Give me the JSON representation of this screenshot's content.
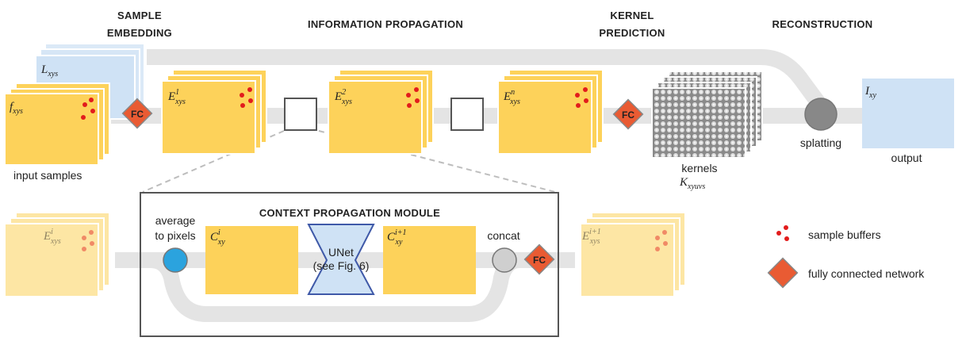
{
  "headers": {
    "sample_embedding_line1": "SAMPLE",
    "sample_embedding_line2": "EMBEDDING",
    "information_propagation": "INFORMATION PROPAGATION",
    "kernel_prediction_line1": "KERNEL",
    "kernel_prediction_line2": "PREDICTION",
    "reconstruction": "RECONSTRUCTION"
  },
  "labels": {
    "input_samples": "input samples",
    "splatting": "splatting",
    "output": "output",
    "kernels": "kernels",
    "average_line1": "average",
    "average_line2": "to pixels",
    "concat": "concat",
    "unet_line1": "UNet",
    "unet_line2": "(see Fig. 6)",
    "module_title": "CONTEXT PROPAGATION MODULE",
    "fc": "FC"
  },
  "math": {
    "L_base": "L",
    "L_sub": "xys",
    "f_base": "f",
    "f_sub": "xys",
    "E1_base": "E",
    "E1_sup": "1",
    "E1_sub": "xys",
    "E2_base": "E",
    "E2_sup": "2",
    "E2_sub": "xys",
    "En_base": "E",
    "En_sup": "n",
    "En_sub": "xys",
    "I_base": "I",
    "I_sub": "xy",
    "K_base": "K",
    "K_sub": "xyuvs",
    "Ei_base": "E",
    "Ei_sup": "i",
    "Ei_sub": "xys",
    "Ci_base": "C",
    "Ci_sup": "i",
    "Ci_sub": "xy",
    "Ci1_base": "C",
    "Ci1_sup": "i+1",
    "Ci1_sub": "xy",
    "Ei1_base": "E",
    "Ei1_sup": "i+1",
    "Ei1_sub": "xys"
  },
  "legend": {
    "sample_buffers": "sample buffers",
    "fully_connected_network": "fully connected network"
  },
  "colors": {
    "yellow": "#fdd25a",
    "blue_light": "#cfe2f5",
    "orange_fc": "#e95b33",
    "red_dot": "#e21c1c",
    "cyan_node": "#2ba3de",
    "gray_node": "#888888",
    "gray_bar": "#e4e4e4",
    "unet_blue": "#3f59a8"
  }
}
